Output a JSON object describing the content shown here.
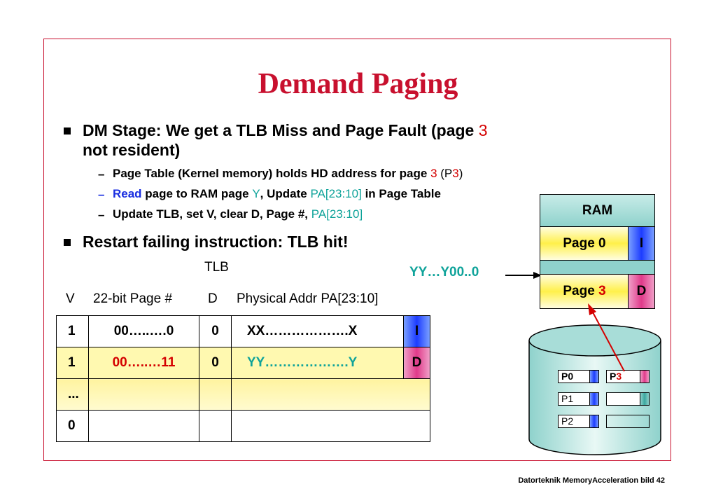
{
  "slide": {
    "title": "Demand Paging",
    "footer": "Datorteknik MemoryAcceleration bild 42"
  },
  "bullets": {
    "b1_text": "DM Stage: We get a TLB Miss and Page Fault (page ",
    "b1_num": "3",
    "b1_line2": "not resident)",
    "s1_text": "Page Table (Kernel memory) holds HD address for page ",
    "s1_num": "3",
    "s1_paren_open": " (P",
    "s1_paren_num": "3",
    "s1_paren_close": ")",
    "s2_read": "Read",
    "s2_mid": " page to RAM page ",
    "s2_y": "Y",
    "s2_mid2": ", Update ",
    "s2_pa": "PA[23:10]",
    "s2_end": " in Page Table",
    "s3_text": "Update TLB, set V, clear D, Page #, ",
    "s3_pa": "PA[23:10]",
    "b2_text": "Restart failing instruction: TLB hit!",
    "dash": "–"
  },
  "tlb": {
    "label": "TLB",
    "headers": {
      "v": "V",
      "page": "22-bit Page #",
      "d": "D",
      "pa": "Physical Addr PA[23:10]"
    },
    "rows": [
      {
        "v": "1",
        "page": "00…..….0",
        "d": "0",
        "pa": "XX……………….X",
        "flag": "I"
      },
      {
        "v": "1",
        "page": "00…..…11",
        "d": "0",
        "pa": "YY……………….Y",
        "flag": "D"
      },
      {
        "v": "...",
        "page": "",
        "d": "",
        "pa": "",
        "flag": ""
      },
      {
        "v": "0",
        "page": "",
        "d": "",
        "pa": "",
        "flag": ""
      }
    ]
  },
  "address_label": "YY…Y00..0",
  "ram": {
    "title": "RAM",
    "page0": "Page 0",
    "page0_flag": "I",
    "page3_prefix": "Page ",
    "page3_num": "3",
    "page3_flag": "D"
  },
  "disk": {
    "p0": "P0",
    "p3_prefix": "P",
    "p3_num": "3",
    "p1": "P1",
    "p2": "P2"
  },
  "colors": {
    "accent_red": "#c8102e",
    "teal": "#0fa39a",
    "blue": "#1a2ee0",
    "yellow": "#fff04a"
  }
}
